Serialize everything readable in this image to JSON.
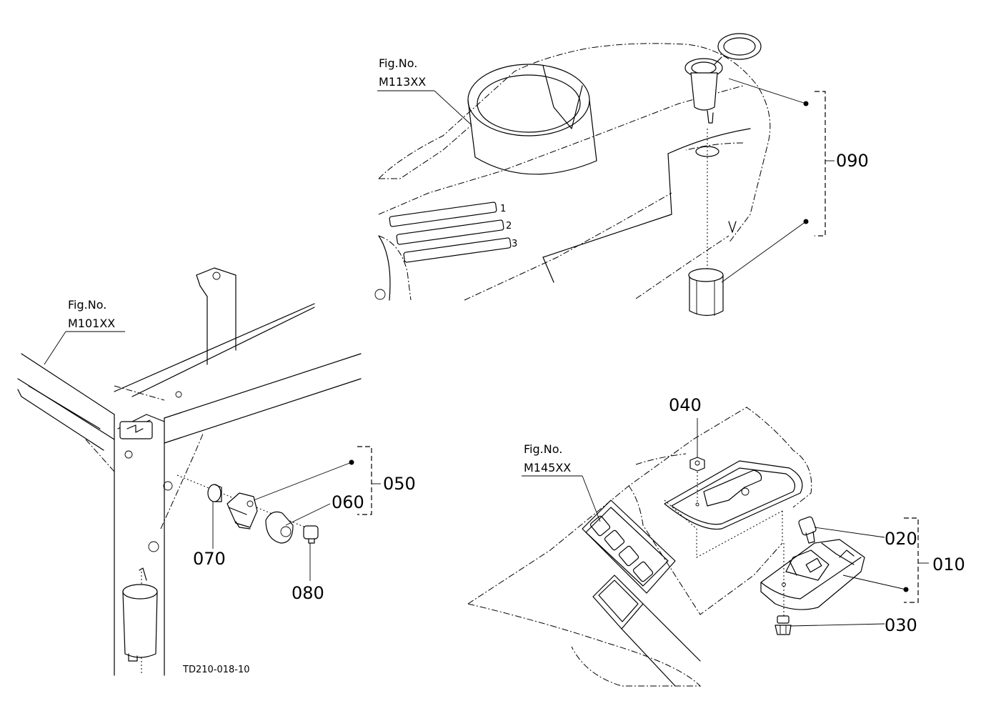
{
  "figure_refs": [
    {
      "label": "Fig.No.",
      "number": "M113XX"
    },
    {
      "label": "Fig.No.",
      "number": "M101XX"
    },
    {
      "label": "Fig.No.",
      "number": "M145XX"
    }
  ],
  "parts": {
    "p010": "010",
    "p020": "020",
    "p030": "030",
    "p040": "040",
    "p050": "050",
    "p060": "060",
    "p070": "070",
    "p080": "080",
    "p090": "090"
  },
  "slot_marks": [
    "1",
    "2",
    "3"
  ],
  "drawing_code": "TD210-018-10"
}
